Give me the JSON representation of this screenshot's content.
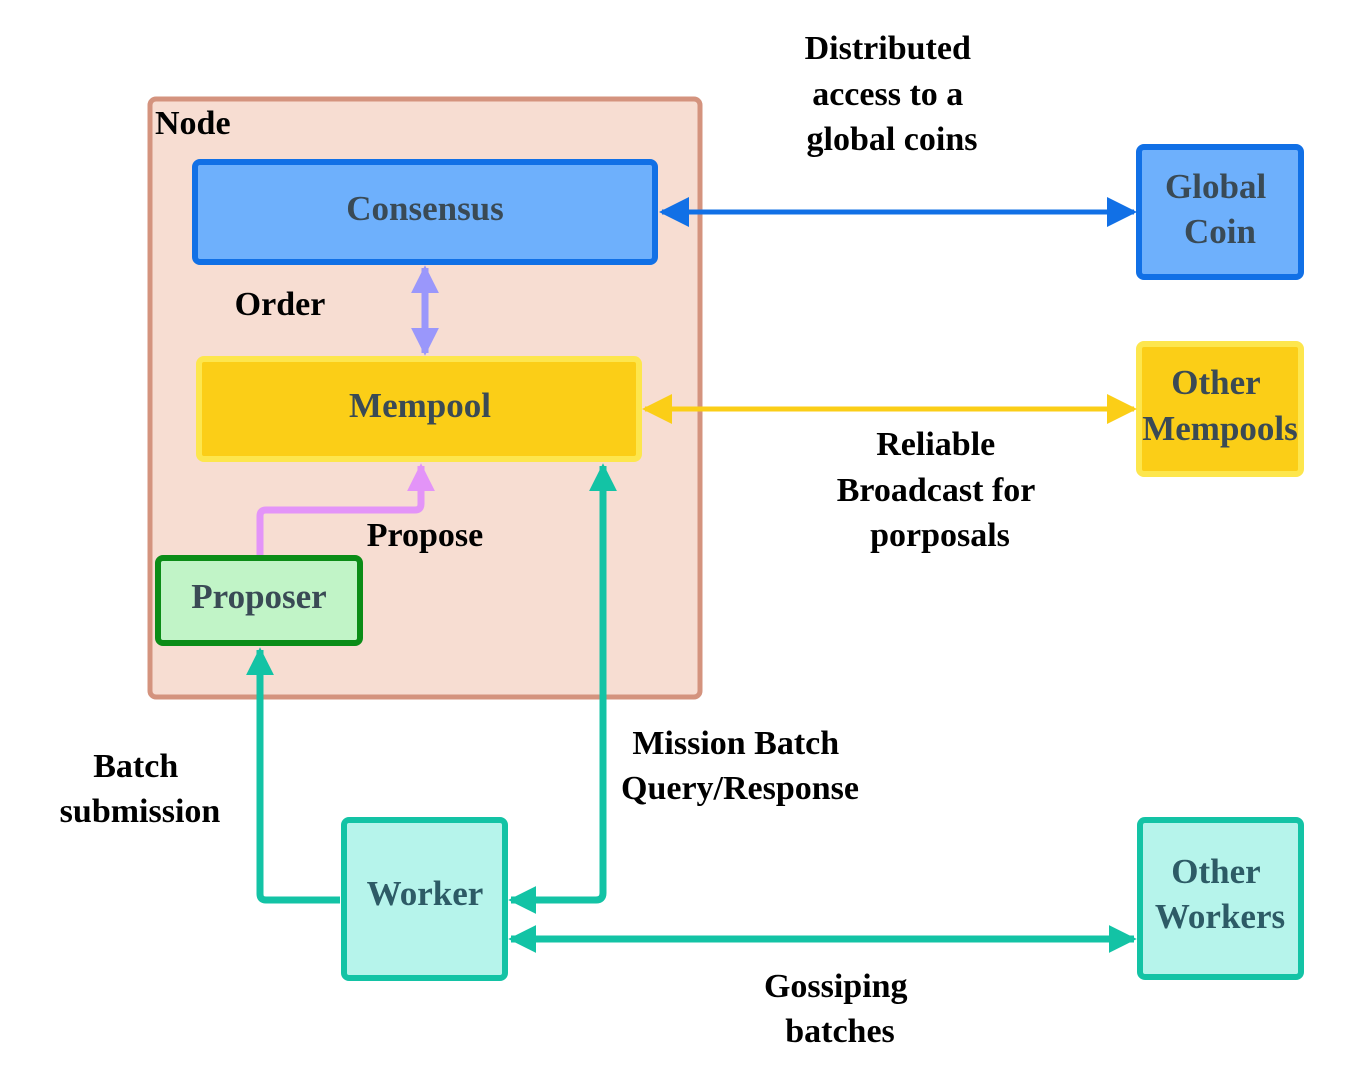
{
  "colors": {
    "node_fill": "#f7ddd2",
    "node_stroke": "#d4937e",
    "consensus_fill": "#6eb0fc",
    "consensus_stroke": "#1170e6",
    "mempool_fill": "#fbce17",
    "mempool_stroke": "#fde64d",
    "proposer_fill": "#c1f4c7",
    "proposer_stroke": "#0b8c17",
    "worker_fill": "#b6f4eb",
    "worker_stroke": "#13c3a5",
    "blue_arrow": "#1170e6",
    "purple_arrow": "#9a97fb",
    "yellow_arrow": "#fbce17",
    "pink_arrow": "#e394f8",
    "teal_arrow": "#13c3a5",
    "box_text": "#3a4a55"
  },
  "nodes": {
    "node_label": "Node",
    "consensus": "Consensus",
    "mempool": "Mempool",
    "proposer": "Proposer",
    "worker": "Worker",
    "global_coin": [
      "Global",
      "Coin"
    ],
    "other_mempools": [
      "Other",
      "Mempools"
    ],
    "other_workers": [
      "Other",
      "Workers"
    ]
  },
  "edges": {
    "distributed_access": [
      "Distributed",
      "access to a",
      "global coins"
    ],
    "order": "Order",
    "reliable_broadcast": [
      "Reliable",
      "Broadcast for",
      "porposals"
    ],
    "propose": "Propose",
    "batch_submission": [
      "Batch",
      "submission"
    ],
    "mission_batch": [
      "Mission Batch",
      "Query/Response"
    ],
    "gossiping": [
      "Gossiping",
      "batches"
    ]
  }
}
